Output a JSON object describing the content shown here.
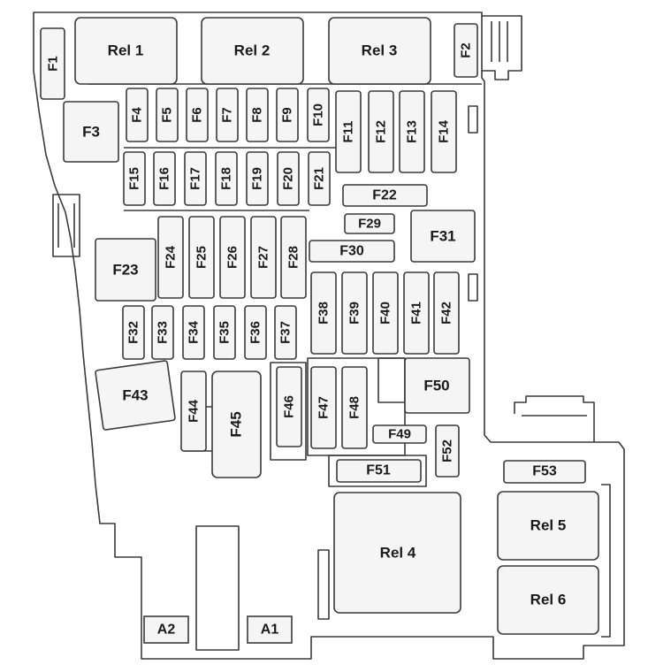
{
  "relays": {
    "rel1": "Rel 1",
    "rel2": "Rel 2",
    "rel3": "Rel 3",
    "rel4": "Rel 4",
    "rel5": "Rel 5",
    "rel6": "Rel 6"
  },
  "fuses": {
    "f1": "F1",
    "f2": "F2",
    "f3": "F3",
    "f4": "F4",
    "f5": "F5",
    "f6": "F6",
    "f7": "F7",
    "f8": "F8",
    "f9": "F9",
    "f10": "F10",
    "f11": "F11",
    "f12": "F12",
    "f13": "F13",
    "f14": "F14",
    "f15": "F15",
    "f16": "F16",
    "f17": "F17",
    "f18": "F18",
    "f19": "F19",
    "f20": "F20",
    "f21": "F21",
    "f22": "F22",
    "f23": "F23",
    "f24": "F24",
    "f25": "F25",
    "f26": "F26",
    "f27": "F27",
    "f28": "F28",
    "f29": "F29",
    "f30": "F30",
    "f31": "F31",
    "f32": "F32",
    "f33": "F33",
    "f34": "F34",
    "f35": "F35",
    "f36": "F36",
    "f37": "F37",
    "f38": "F38",
    "f39": "F39",
    "f40": "F40",
    "f41": "F41",
    "f42": "F42",
    "f43": "F43",
    "f44": "F44",
    "f45": "F45",
    "f46": "F46",
    "f47": "F47",
    "f48": "F48",
    "f49": "F49",
    "f50": "F50",
    "f51": "F51",
    "f52": "F52",
    "f53": "F53"
  },
  "terminals": {
    "a1": "A1",
    "a2": "A2"
  },
  "colors": {
    "line": "#3a3a3a",
    "fill": "#f5f5f5",
    "background": "#ffffff"
  }
}
